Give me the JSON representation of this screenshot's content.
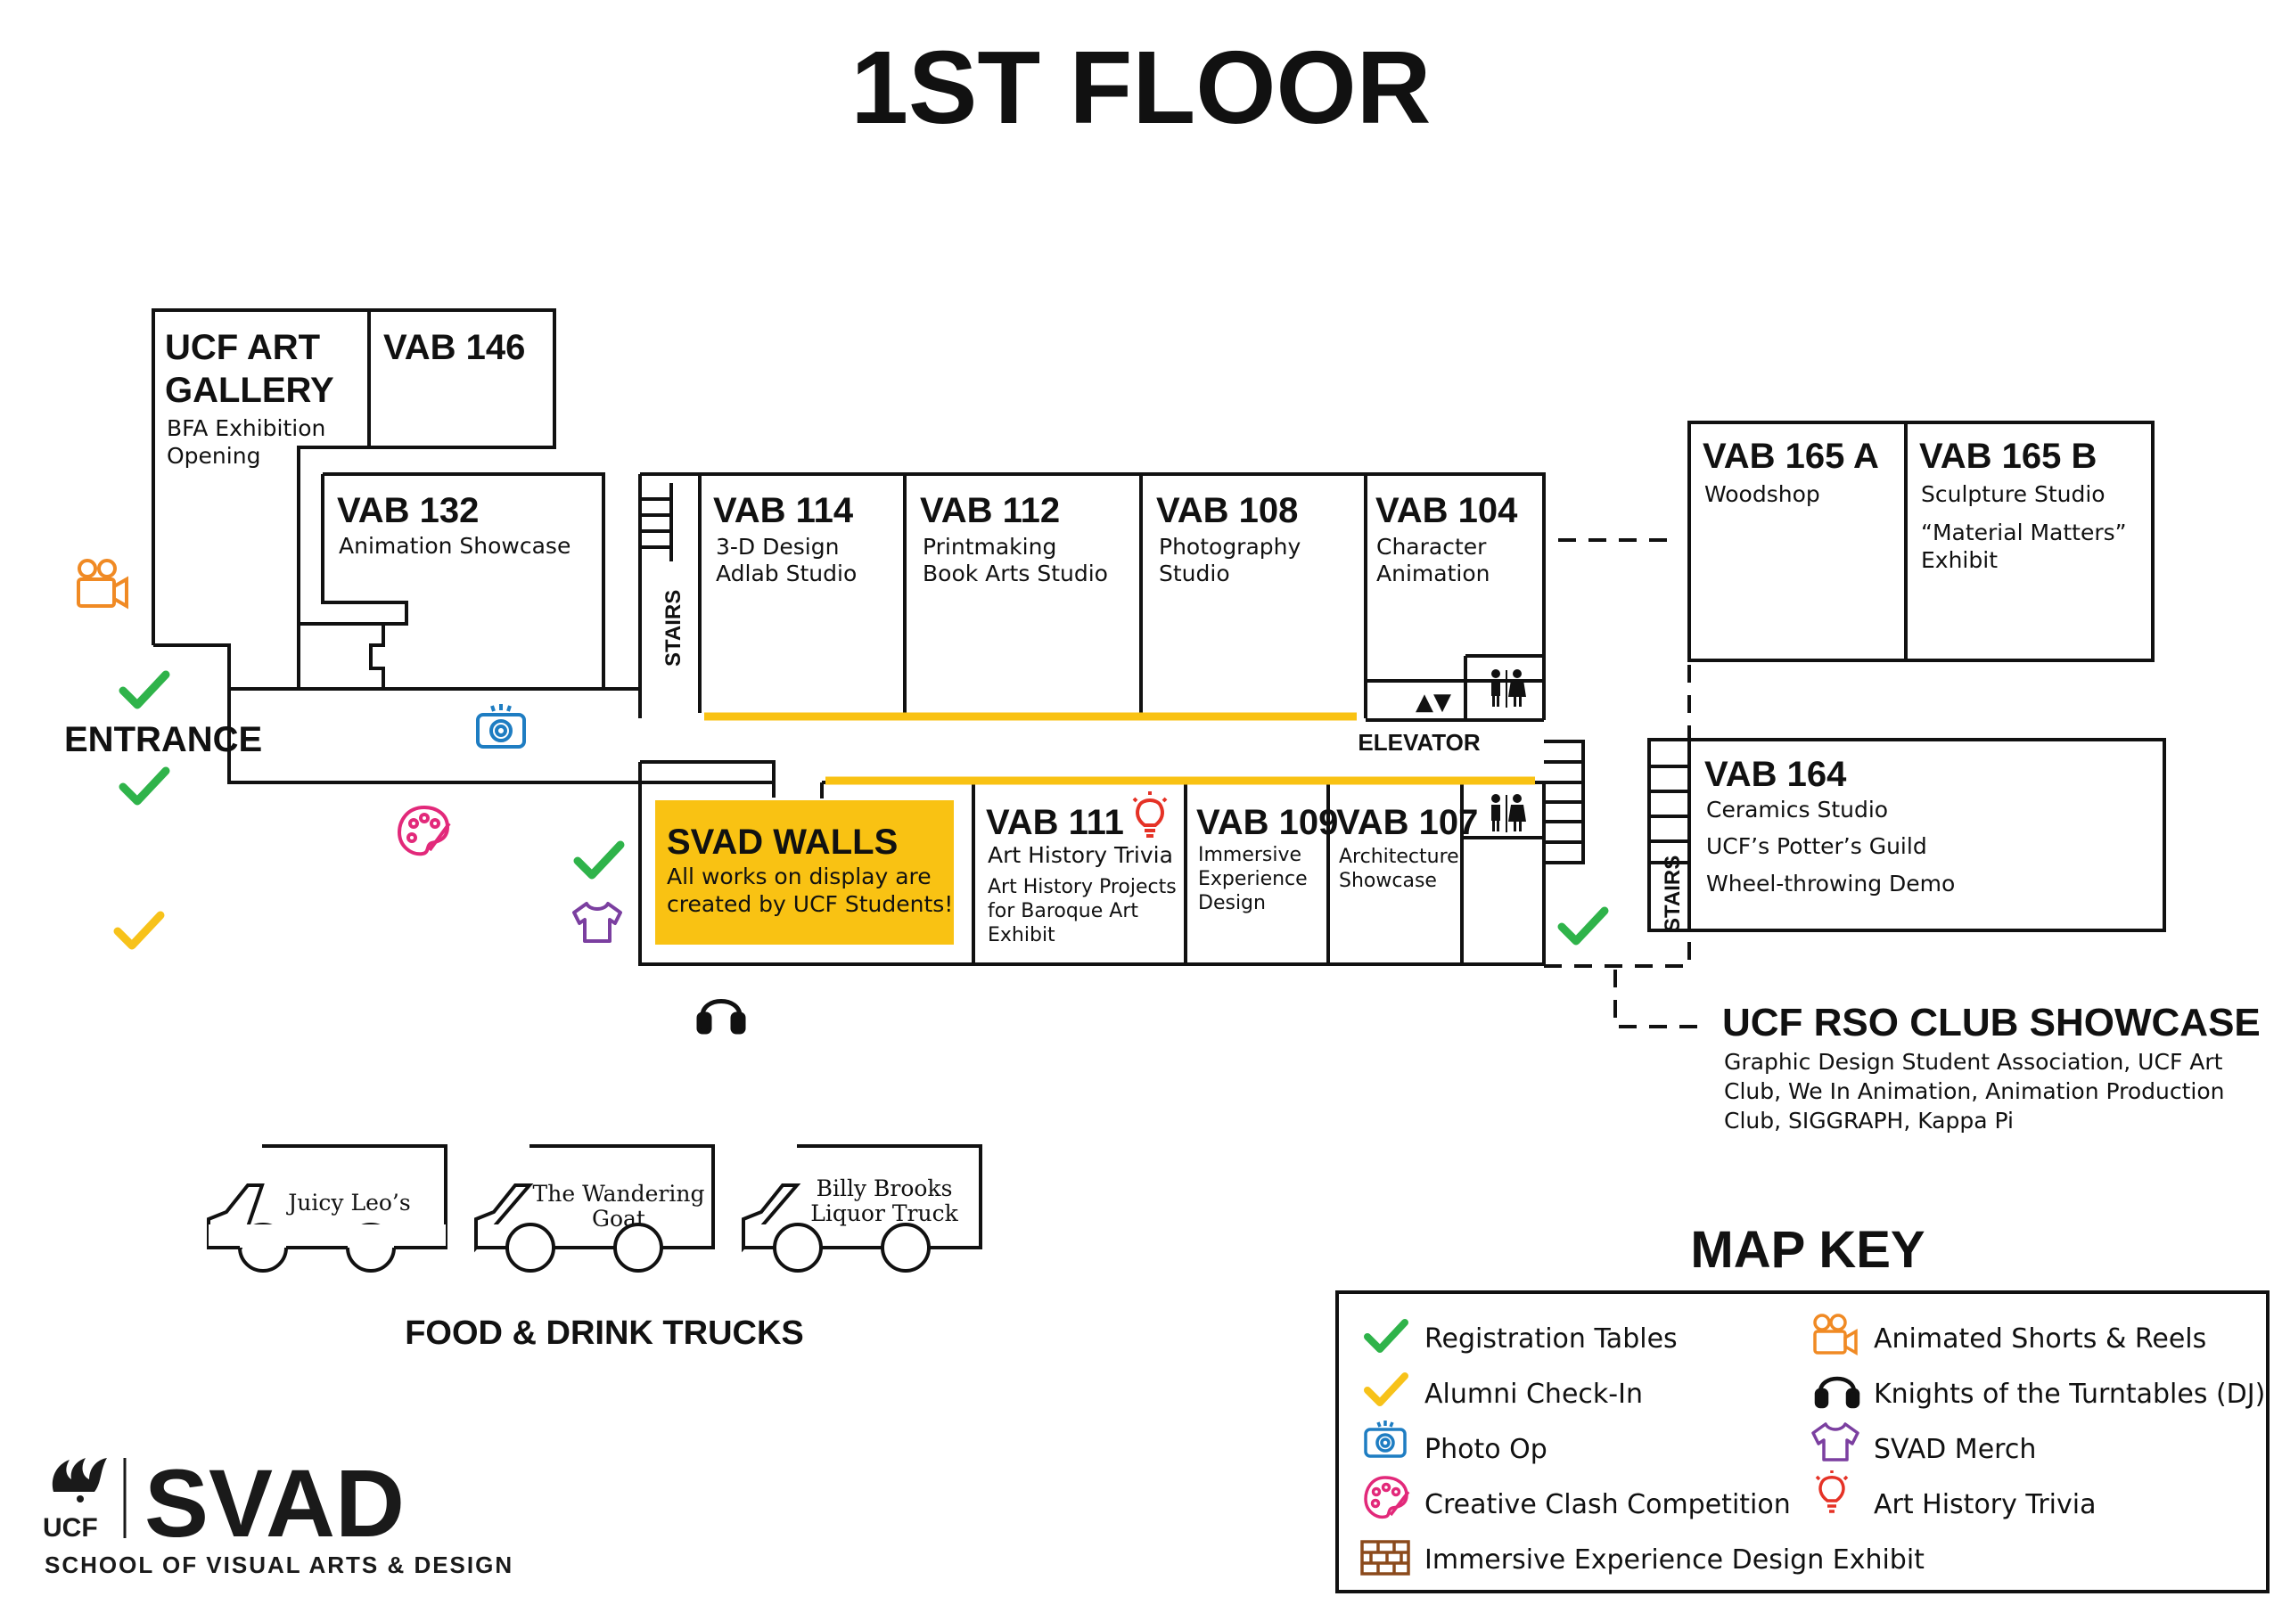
{
  "title": "1ST FLOOR",
  "rooms": {
    "gallery": {
      "num_line1": "UCF ART",
      "num_line2": "GALLERY",
      "desc_line1": "BFA Exhibition",
      "desc_line2": "Opening"
    },
    "vab146": {
      "num": "VAB 146"
    },
    "vab132": {
      "num": "VAB 132",
      "desc": "Animation Showcase"
    },
    "vab114": {
      "num": "VAB 114",
      "desc_line1": "3-D Design",
      "desc_line2": "Adlab Studio"
    },
    "vab112": {
      "num": "VAB 112",
      "desc_line1": "Printmaking",
      "desc_line2": "Book Arts Studio"
    },
    "vab108": {
      "num": "VAB 108",
      "desc_line1": "Photography",
      "desc_line2": "Studio"
    },
    "vab104": {
      "num": "VAB 104",
      "desc_line1": "Character",
      "desc_line2": "Animation"
    },
    "vab165a": {
      "num": "VAB 165 A",
      "desc": "Woodshop"
    },
    "vab165b": {
      "num": "VAB 165 B",
      "desc": "Sculpture Studio",
      "desc_line2": "“Material Matters”",
      "desc_line3": "Exhibit"
    },
    "vab164": {
      "num": "VAB 164",
      "desc_line1": "Ceramics Studio",
      "desc_line2": "UCF’s Potter’s Guild",
      "desc_line3": "Wheel-throwing Demo"
    },
    "vab111": {
      "num": "VAB 111",
      "desc_line1": "Art History Trivia",
      "desc_line2": "Art History Projects",
      "desc_line3": "for Baroque Art",
      "desc_line4": "Exhibit"
    },
    "vab109": {
      "num": "VAB 109",
      "desc_line1": "Immersive",
      "desc_line2": "Experience",
      "desc_line3": "Design"
    },
    "vab107": {
      "num": "VAB 107",
      "desc_line1": "Architecture",
      "desc_line2": "Showcase"
    },
    "svad_walls": {
      "title": "SVAD WALLS",
      "desc_line1": "All works on display are",
      "desc_line2": "created by UCF Students!"
    }
  },
  "labels": {
    "entrance": "ENTRANCE",
    "stairs": "STAIRS",
    "elevator": "ELEVATOR",
    "elevator_arrows": "▲▼",
    "rso_title": "UCF RSO CLUB SHOWCASE",
    "rso_line1": "Graphic Design Student Association, UCF Art",
    "rso_line2": "Club, We In Animation, Animation Production",
    "rso_line3": "Club, SIGGRAPH, Kappa Pi",
    "food_trucks_title": "FOOD & DRINK TRUCKS"
  },
  "trucks": [
    {
      "line1": "Juicy Leo’s",
      "line2": ""
    },
    {
      "line1": "The Wandering",
      "line2": "Goat"
    },
    {
      "line1": "Billy Brooks",
      "line2": "Liquor Truck"
    }
  ],
  "map_key": {
    "title": "MAP KEY",
    "items": [
      {
        "icon": "check-icon",
        "color": "#2fb34a",
        "label": "Registration Tables"
      },
      {
        "icon": "check-icon",
        "color": "#f7c21a",
        "label": "Alumni Check-In"
      },
      {
        "icon": "camera-icon",
        "color": "#1e7dc2",
        "label": "Photo Op"
      },
      {
        "icon": "palette-icon",
        "color": "#e2297a",
        "label": "Creative Clash Competition"
      },
      {
        "icon": "brick-wall-icon",
        "color": "#8b4a1c",
        "label": "Immersive Experience Design Exhibit"
      },
      {
        "icon": "video-camera-icon",
        "color": "#f08a24",
        "label": "Animated Shorts & Reels"
      },
      {
        "icon": "headphones-icon",
        "color": "#111111",
        "label": "Knights of the Turntables (DJ)"
      },
      {
        "icon": "tshirt-icon",
        "color": "#7b3fa0",
        "label": "SVAD Merch"
      },
      {
        "icon": "lightbulb-icon",
        "color": "#e53226",
        "label": "Art History Trivia"
      }
    ]
  },
  "logo": {
    "ucf": "UCF",
    "svad": "SVAD",
    "subtitle": "SCHOOL OF VISUAL ARTS & DESIGN"
  },
  "colors": {
    "accent_yellow": "#f9c213",
    "check_green": "#2fb34a",
    "check_yellow": "#f7c21a"
  }
}
